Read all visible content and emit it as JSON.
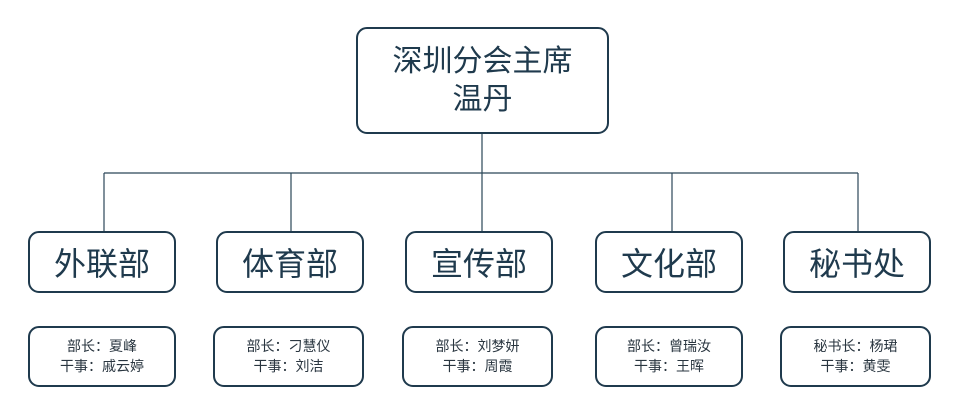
{
  "root": {
    "title": "深圳分会主席",
    "name": "温丹"
  },
  "departments": [
    {
      "name": "外联部",
      "rows": [
        "部长：夏峰",
        "干事：戚云婷"
      ]
    },
    {
      "name": "体育部",
      "rows": [
        "部长：刁慧仪",
        "干事：刘洁"
      ]
    },
    {
      "name": "宣传部",
      "rows": [
        "部长：刘梦妍",
        "干事：周霞"
      ]
    },
    {
      "name": "文化部",
      "rows": [
        "部长：曾瑞汝",
        "干事：王晖"
      ]
    },
    {
      "name": "秘书处",
      "rows": [
        "秘书长：杨珺",
        "干事：黄雯"
      ]
    }
  ]
}
